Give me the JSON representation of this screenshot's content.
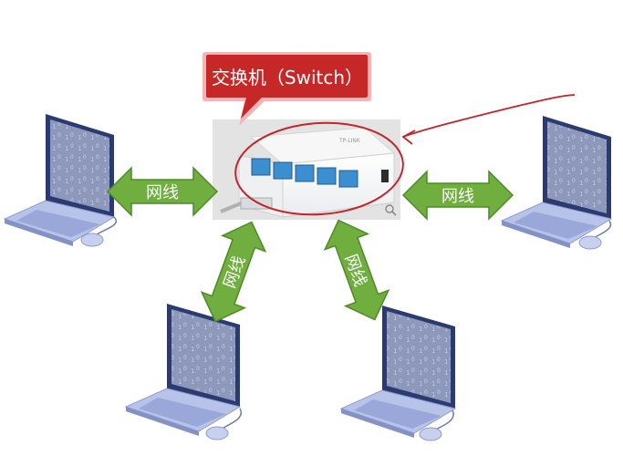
{
  "callout": {
    "text": "交换机（Switch）"
  },
  "cable_label": "网线",
  "links": [
    {
      "label": "网线"
    },
    {
      "label": "网线"
    },
    {
      "label": "网线"
    },
    {
      "label": "网线"
    }
  ],
  "colors": {
    "callout_fill": "#c62828",
    "callout_border": "#f3b6b6",
    "arrow_fill": "#6fae3f",
    "arrow_stroke": "#4f8a2a",
    "ink_red": "#c0262c",
    "switch_port": "#3b8fd0",
    "laptop_body": "#b7c3e8",
    "laptop_screen": "#dfe6f7",
    "laptop_frame": "#2b3a6f"
  },
  "icons": [
    "laptop-icon",
    "mouse-icon",
    "network-switch-icon",
    "zoom-icon",
    "double-arrow-icon"
  ]
}
